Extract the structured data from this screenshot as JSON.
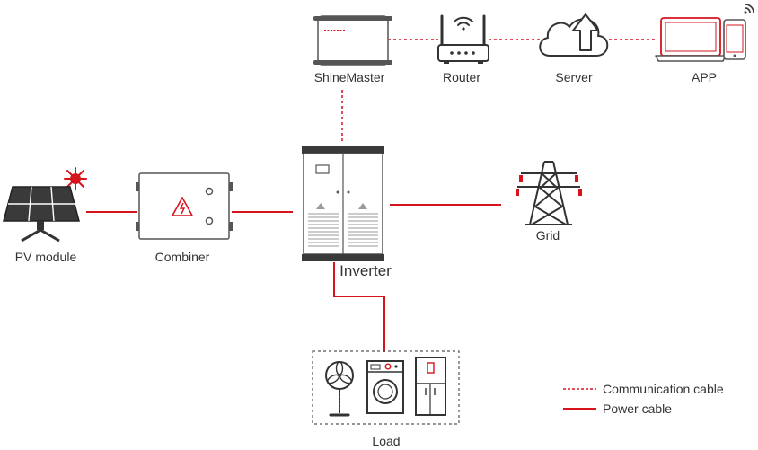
{
  "colors": {
    "accent": "#d7141e",
    "stroke": "#333333",
    "muted": "#9a9a9a"
  },
  "nodes": {
    "pv_module": "PV module",
    "combiner": "Combiner",
    "inverter": "Inverter",
    "grid": "Grid",
    "load": "Load",
    "shinemaster": "ShineMaster",
    "router": "Router",
    "server": "Server",
    "app": "APP"
  },
  "legend": {
    "communication_cable": "Communication cable",
    "power_cable": "Power cable"
  }
}
